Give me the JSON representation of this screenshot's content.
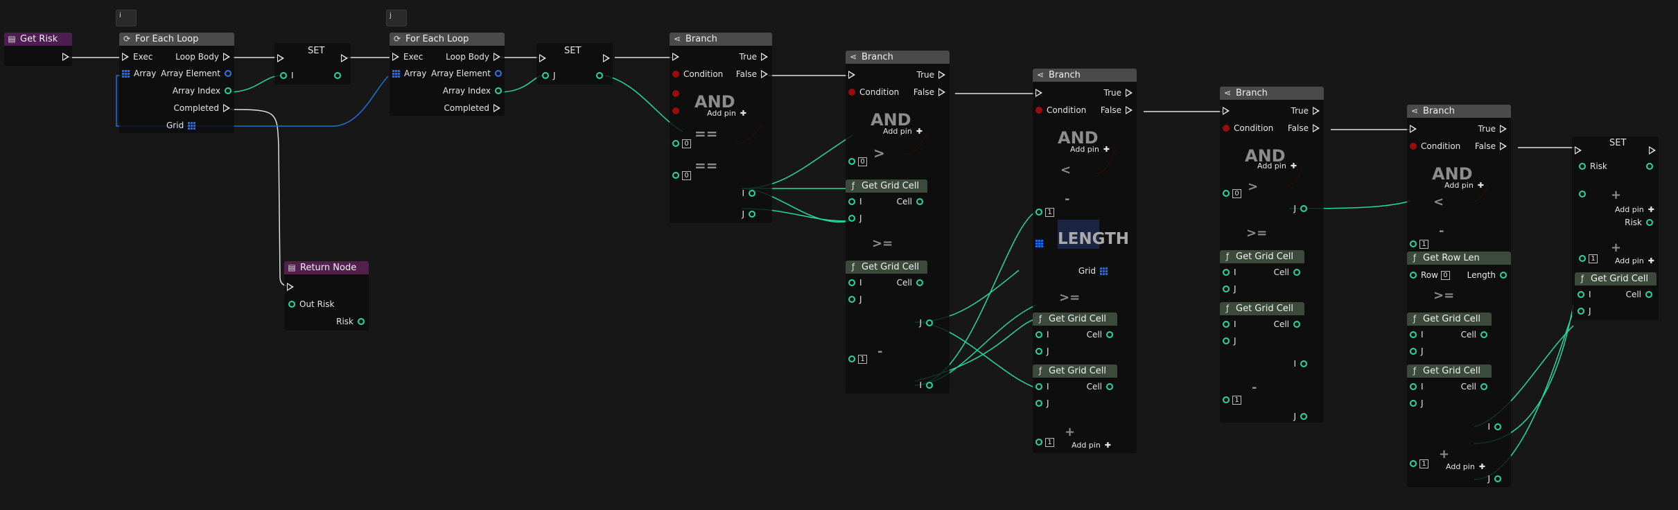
{
  "event": {
    "title": "Get Risk"
  },
  "loop1": {
    "title": "For Each Loop",
    "exec": "Exec",
    "array": "Array",
    "loop_body": "Loop Body",
    "array_element": "Array Element",
    "array_index": "Array Index",
    "completed": "Completed",
    "grid": "Grid",
    "badge": "i"
  },
  "set1": {
    "title": "SET",
    "var": "I"
  },
  "loop2": {
    "title": "For Each Loop",
    "exec": "Exec",
    "array": "Array",
    "loop_body": "Loop Body",
    "array_element": "Array Element",
    "array_index": "Array Index",
    "completed": "Completed",
    "badge": "j"
  },
  "set2": {
    "title": "SET",
    "var": "J"
  },
  "return_node": {
    "title": "Return Node",
    "out_risk": "Out Risk",
    "risk": "Risk"
  },
  "branch1": {
    "title": "Branch",
    "condition": "Condition",
    "true": "True",
    "false": "False",
    "and": "AND",
    "add_pin": "Add pin",
    "eq": "==",
    "zero": "0",
    "i": "I",
    "j": "J"
  },
  "branch2": {
    "title": "Branch",
    "condition": "Condition",
    "true": "True",
    "false": "False",
    "and": "AND",
    "add_pin": "Add pin",
    "gt": ">",
    "gte": ">=",
    "minus": "-",
    "zero": "0",
    "one": "1",
    "j": "J",
    "i": "I"
  },
  "branch3": {
    "title": "Branch",
    "condition": "Condition",
    "true": "True",
    "false": "False",
    "and": "AND",
    "add_pin": "Add pin",
    "lt": "<",
    "gte": ">=",
    "minus": "-",
    "plus": "+",
    "one": "1",
    "length": "LENGTH",
    "grid": "Grid"
  },
  "branch4": {
    "title": "Branch",
    "condition": "Condition",
    "true": "True",
    "false": "False",
    "and": "AND",
    "add_pin": "Add pin",
    "gt": ">",
    "gte": ">=",
    "minus": "-",
    "zero": "0",
    "one": "1",
    "i": "I",
    "j": "J"
  },
  "branch5": {
    "title": "Branch",
    "condition": "Condition",
    "true": "True",
    "false": "False",
    "and": "AND",
    "add_pin": "Add pin",
    "lt": "<",
    "gte": ">=",
    "minus": "-",
    "plus": "+",
    "one": "1",
    "i": "I",
    "j": "J"
  },
  "get_grid_cell": {
    "title": "Get Grid Cell",
    "i": "I",
    "j": "J",
    "cell": "Cell"
  },
  "get_row_len": {
    "title": "Get Row Len",
    "row": "Row",
    "row_val": "0",
    "length": "Length"
  },
  "set3": {
    "title": "SET",
    "risk": "Risk",
    "add_pin": "Add pin",
    "one": "1",
    "plus": "+"
  },
  "colors": {
    "exec": "#e8e8e8",
    "int": "#27d8a1",
    "bool": "#9a0d0d",
    "struct": "#1d6fe0",
    "header": "#4a4a4a"
  }
}
